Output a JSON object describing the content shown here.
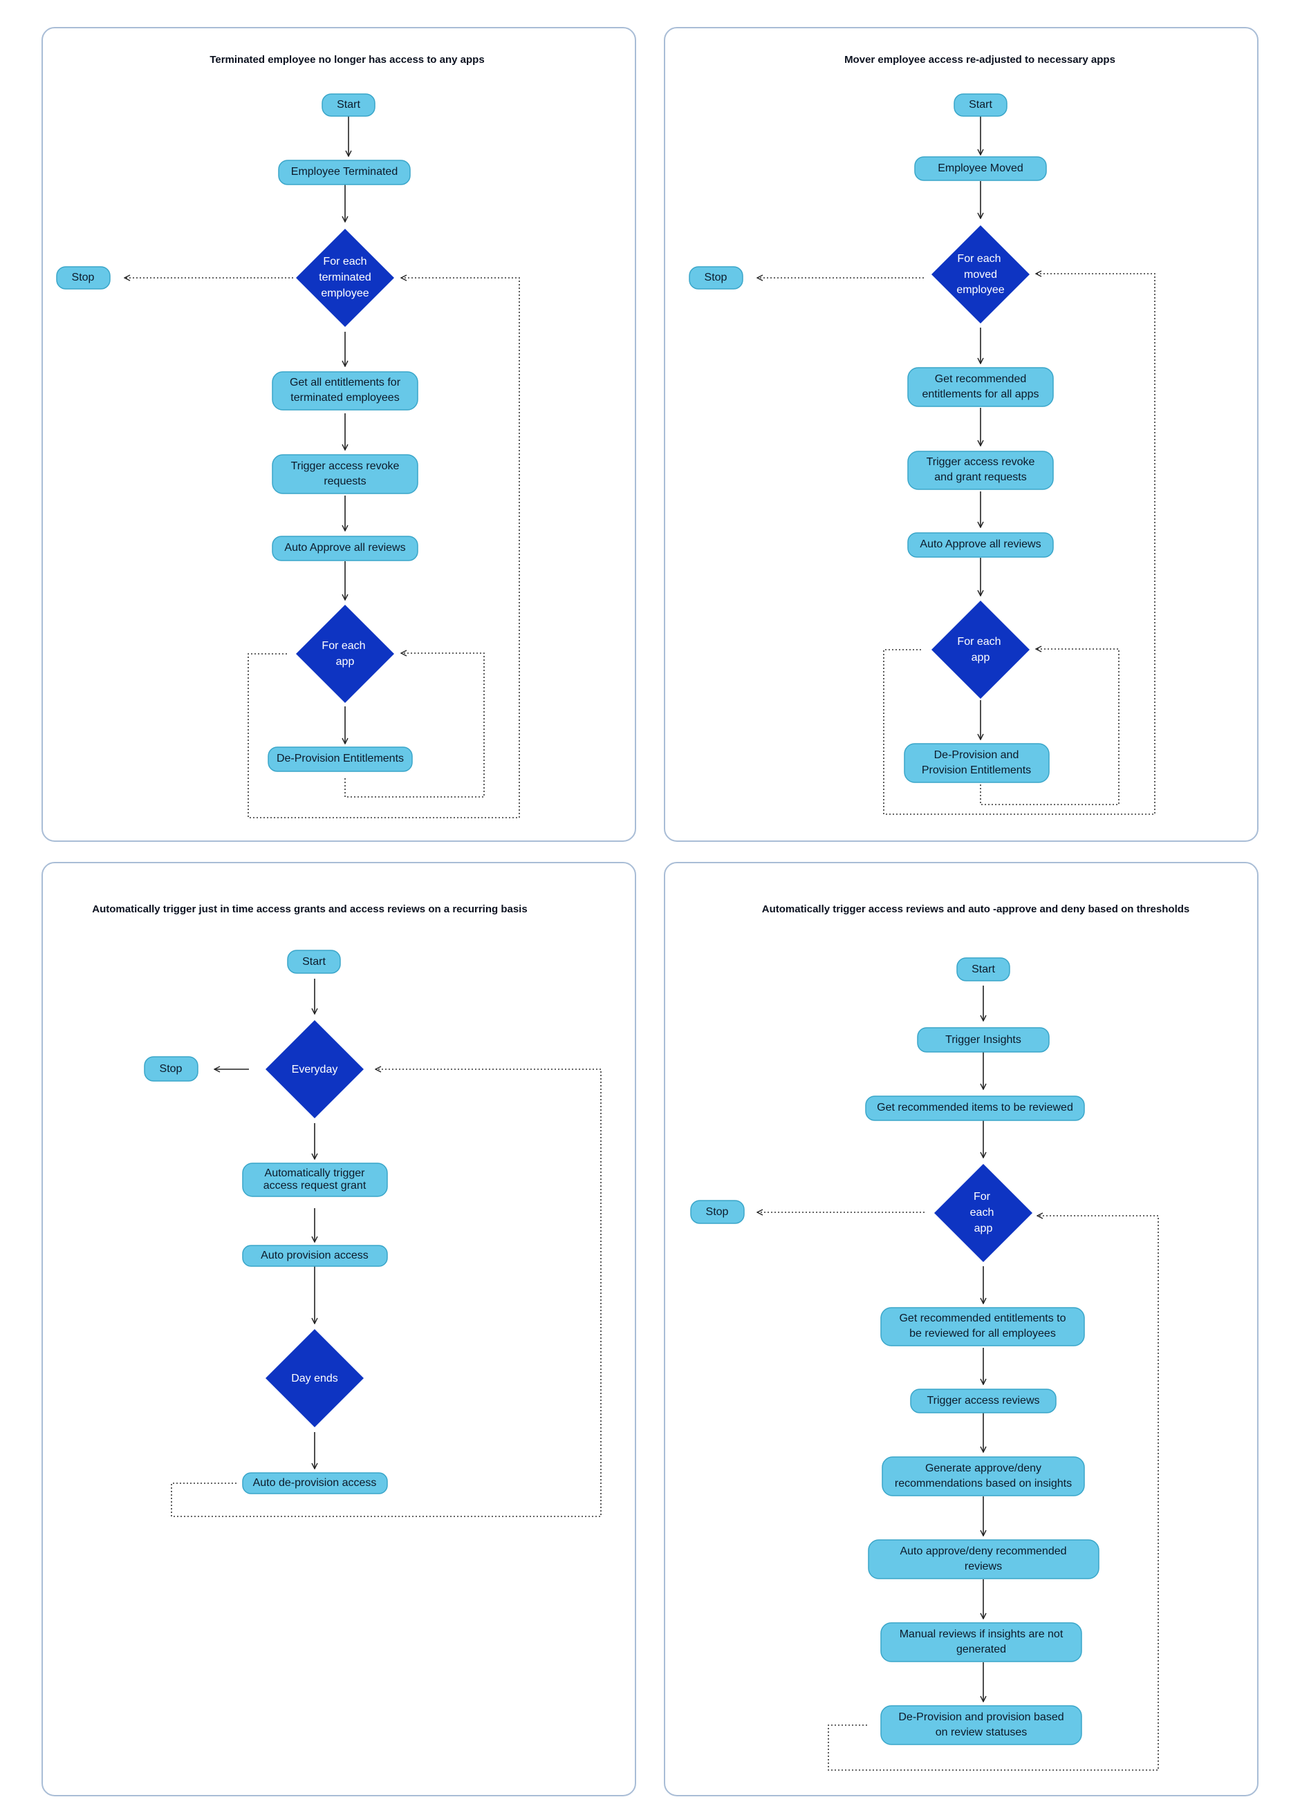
{
  "panels": [
    {
      "title": "Terminated employee no longer has access to any apps",
      "start": "Start",
      "step1": "Employee Terminated",
      "decision1": [
        "For each",
        "terminated",
        "employee"
      ],
      "stop": "Stop",
      "step2": [
        "Get all entitlements for",
        "terminated employees"
      ],
      "step3": [
        "Trigger access revoke",
        "requests"
      ],
      "step4": "Auto Approve all reviews",
      "decision2": [
        "For each",
        "app"
      ],
      "step5": "De-Provision Entitlements"
    },
    {
      "title": "Mover employee access re-adjusted to necessary apps",
      "start": "Start",
      "step1": "Employee Moved",
      "decision1": [
        "For each",
        "moved",
        "employee"
      ],
      "stop": "Stop",
      "step2": [
        "Get recommended",
        "entitlements for all apps"
      ],
      "step3": [
        "Trigger access revoke",
        "and grant requests"
      ],
      "step4": "Auto Approve all reviews",
      "decision2": [
        "For each",
        "app"
      ],
      "step5": [
        "De-Provision and",
        "Provision Entitlements"
      ]
    },
    {
      "title": "Automatically trigger just in time access  grants and access reviews on a recurring basis",
      "start": "Start",
      "decision1": "Everyday",
      "stop": "Stop",
      "step1": [
        "Automatically trigger",
        "access request grant"
      ],
      "step2": "Auto provision access",
      "decision2": "Day ends",
      "step3": "Auto de-provision access"
    },
    {
      "title": "Automatically trigger access reviews and auto -approve and deny based on thresholds",
      "start": "Start",
      "step1": "Trigger Insights",
      "step2": "Get recommended items to be reviewed",
      "decision1": [
        "For",
        "each",
        "app"
      ],
      "stop": "Stop",
      "step3": [
        "Get recommended entitlements to",
        "be reviewed for all employees"
      ],
      "step4": "Trigger access reviews",
      "step5": [
        "Generate approve/deny",
        "recommendations based on insights"
      ],
      "step6": [
        "Auto approve/deny recommended",
        "reviews"
      ],
      "step7": [
        "Manual reviews if insights are not",
        "generated"
      ],
      "step8": [
        "De-Provision and provision  based",
        "on review statuses"
      ]
    }
  ]
}
